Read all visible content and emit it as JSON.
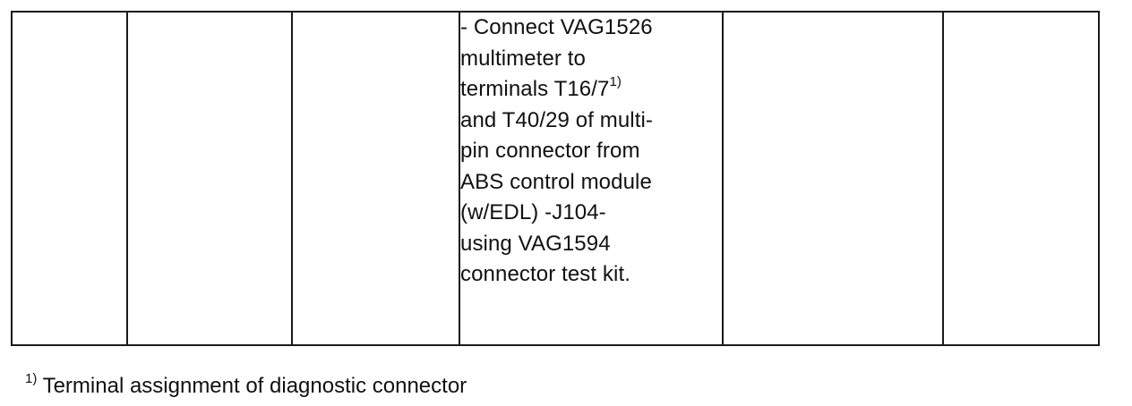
{
  "table": {
    "procedure_lines": [
      "- Connect VAG1526",
      "multimeter to",
      "terminals T16/7",
      "and T40/29 of multi-",
      "pin connector from",
      "ABS control module",
      "(w/EDL) -J104-",
      "using VAG1594",
      "connector test kit."
    ],
    "footnote_ref": "1)"
  },
  "footnote": {
    "marker": "1)",
    "text": "Terminal assignment of diagnostic connector"
  }
}
